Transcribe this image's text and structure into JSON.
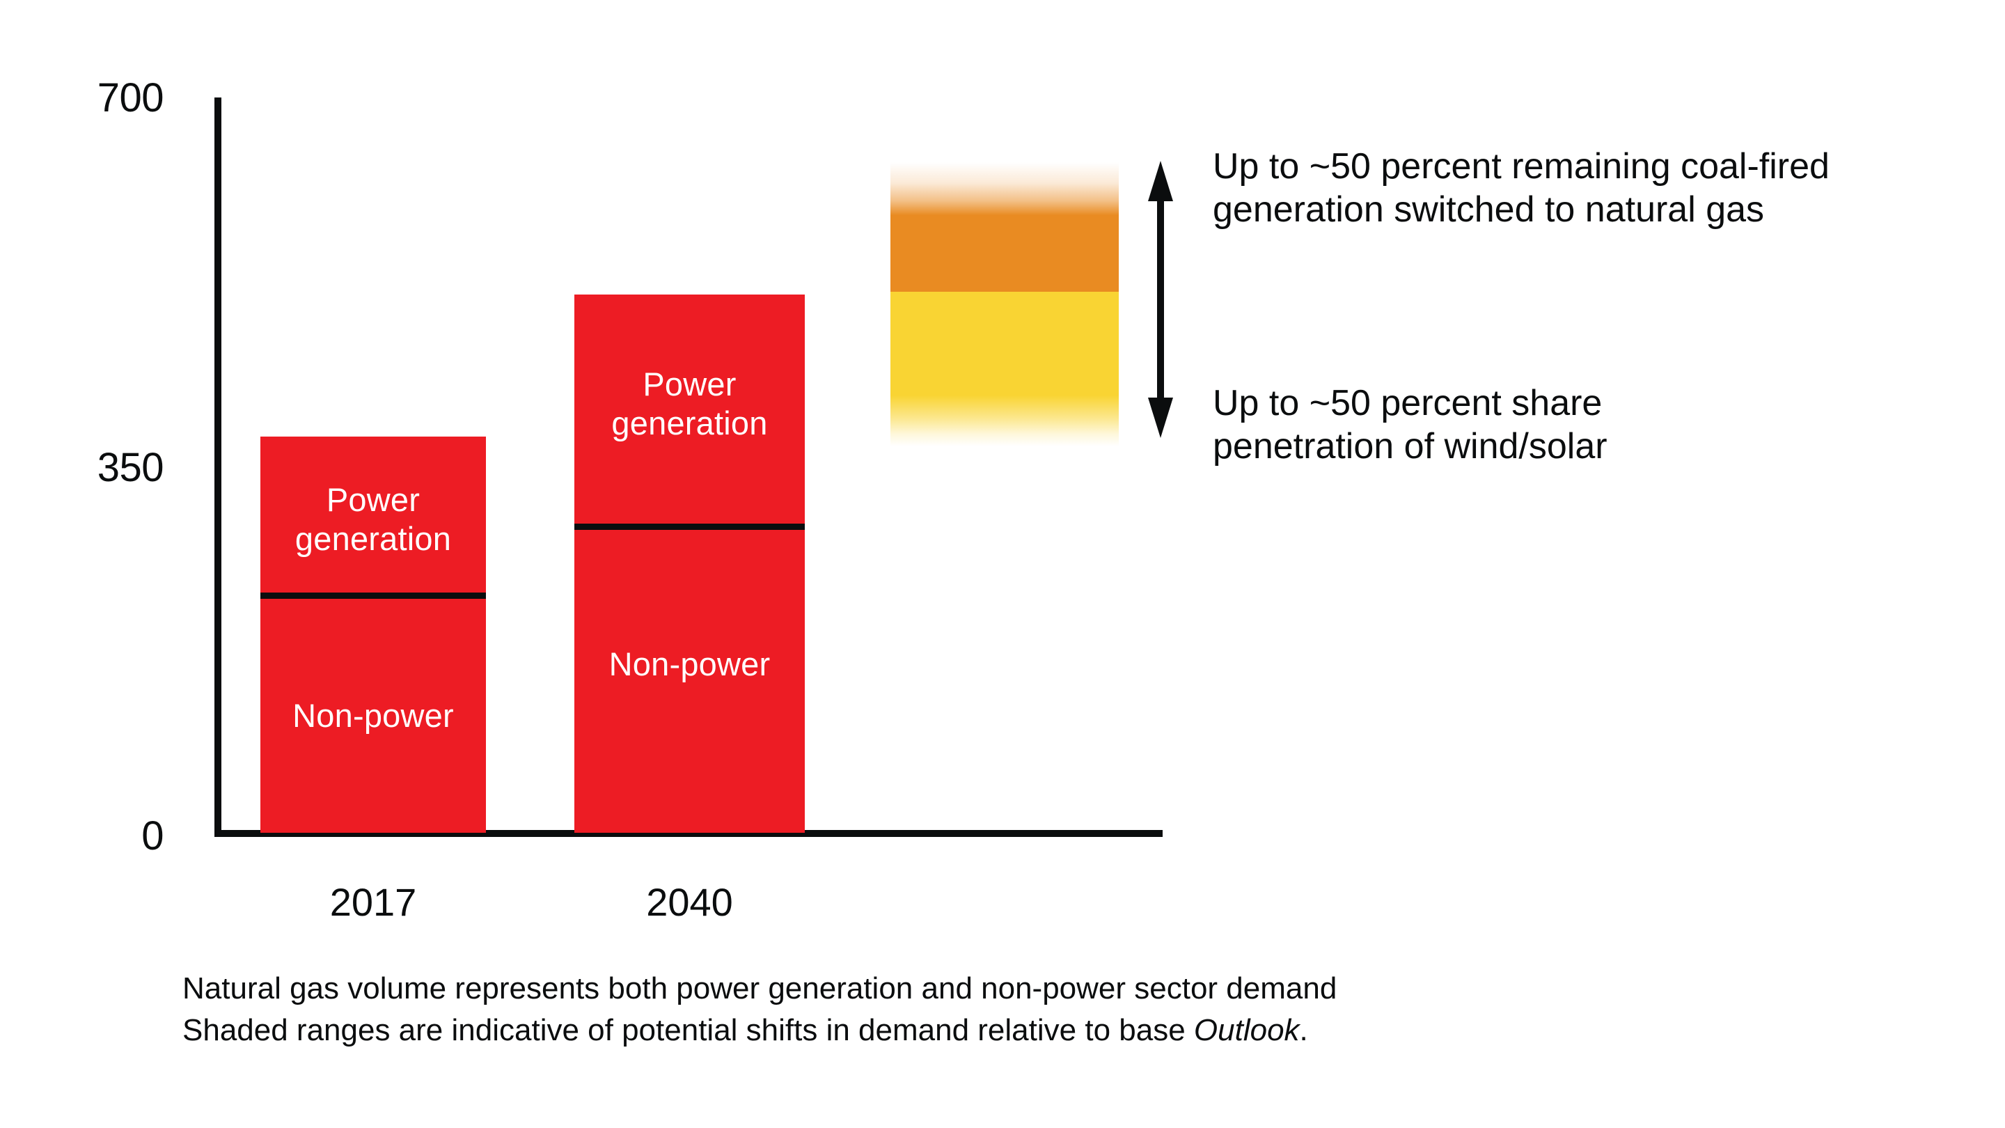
{
  "chart_data": {
    "type": "bar",
    "title": "",
    "subtitle": "",
    "xlabel": "",
    "ylabel": "",
    "ylim": [
      0,
      700
    ],
    "yticks": [
      "0",
      "350",
      "700"
    ],
    "grid": false,
    "legend_position": "in-bar-labels",
    "categories": [
      "2017",
      "2040"
    ],
    "series": [
      {
        "name": "Non-power",
        "values": [
          225,
          290
        ],
        "color": "#ed1c24"
      },
      {
        "name": "Power generation",
        "values": [
          135,
          220
        ],
        "color": "#ed1c24"
      }
    ],
    "totals": [
      360,
      510
    ],
    "segment_divider_values": [
      225,
      290
    ],
    "shaded_ranges": [
      {
        "name": "Up to ~50 percent remaining coal-fired generation switched to natural gas",
        "color": "#e98b22",
        "from": 570,
        "to": 690
      },
      {
        "name": "Up to ~50 percent share penetration of wind/solar",
        "color": "#f9d433",
        "from": 425,
        "to": 570
      }
    ],
    "annotations": [
      "Up to ~50 percent remaining coal-fired generation switched to natural gas",
      "Up to ~50 percent share penetration of wind/solar"
    ]
  },
  "axes": {
    "y_ticks": {
      "top": "700",
      "mid": "350",
      "bottom": "0"
    },
    "x_ticks": {
      "first": "2017",
      "second": "2040"
    }
  },
  "bars": {
    "bar_2017": {
      "power_label_line1": "Power",
      "power_label_line2": "generation",
      "nonpower_label": "Non-power"
    },
    "bar_2040": {
      "power_label_line1": "Power",
      "power_label_line2": "generation",
      "nonpower_label": "Non-power"
    }
  },
  "annotations": {
    "top": {
      "line1": "Up to ~50 percent remaining coal-fired",
      "line2": "generation switched to natural gas"
    },
    "bottom": {
      "line1": "Up to ~50 percent share",
      "line2": "penetration of wind/solar"
    }
  },
  "footnote": {
    "line1": "Natural gas volume represents both power generation and non-power sector demand",
    "line2_before": "Shaded ranges are indicative of potential shifts in demand relative to base ",
    "line2_italic": "Outlook",
    "line2_after": "."
  },
  "colors": {
    "bar_red": "#ed1c24",
    "range_orange": "#e98b22",
    "range_yellow": "#f9d433",
    "ink": "#0b0d0e",
    "background": "#ffffff"
  }
}
